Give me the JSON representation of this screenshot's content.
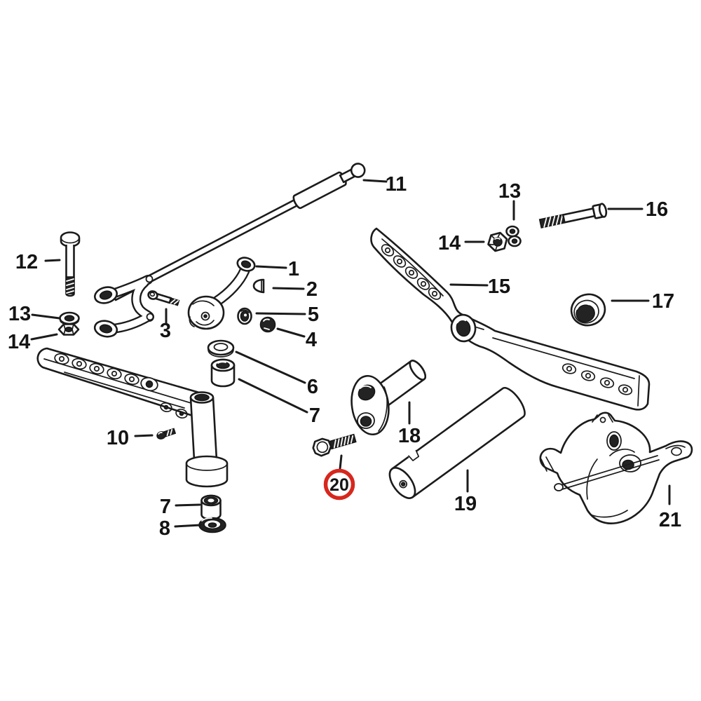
{
  "diagram": {
    "type": "exploded-parts-diagram",
    "background_color": "#ffffff",
    "line_color": "#1b1b1b",
    "highlight_color": "#d7271d",
    "highlighted_label": "20",
    "labels": {
      "l1": "1",
      "l2": "2",
      "l3": "3",
      "l4": "4",
      "l5": "5",
      "l6": "6",
      "l7_mid": "7",
      "l7_bottom": "7",
      "l8": "8",
      "l10": "10",
      "l11": "11",
      "l12": "12",
      "l13_left": "13",
      "l13_top": "13",
      "l14_left": "14",
      "l14_top": "14",
      "l15": "15",
      "l16": "16",
      "l17": "17",
      "l18": "18",
      "l19": "19",
      "l20": "20",
      "l21": "21"
    }
  }
}
